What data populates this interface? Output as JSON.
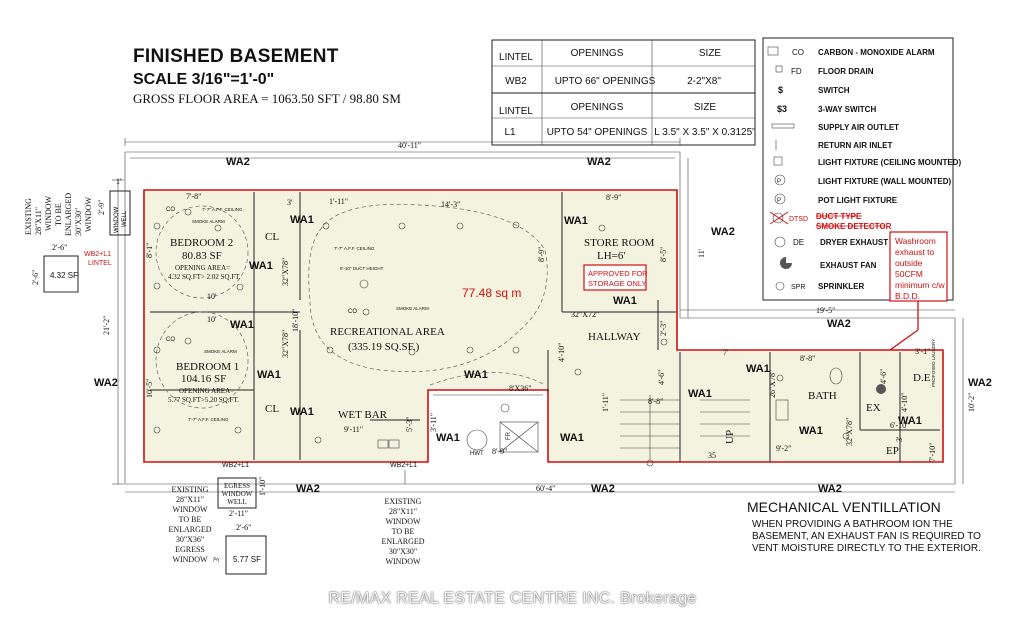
{
  "header": {
    "title": "FINISHED BASEMENT",
    "scale": "SCALE  3/16\"=1'-0\"",
    "gross_area": "GROSS FLOOR AREA  = 1063.50 SFT / 98.80 SM"
  },
  "lintel_table": {
    "rows": [
      {
        "c1": "LINTEL",
        "c2": "OPENINGS",
        "c3": "SIZE"
      },
      {
        "c1": "WB2",
        "c2": "UPTO 66\" OPENINGS",
        "c3": "2-2\"X8\""
      },
      {
        "c1": "LINTEL",
        "c2": "OPENINGS",
        "c3": "SIZE"
      },
      {
        "c1": "L1",
        "c2": "UPTO 54\" OPENINGS",
        "c3": "L 3.5\" X 3.5\" X 0.3125\""
      }
    ]
  },
  "legend": {
    "items": [
      {
        "sym": "CO",
        "label": "CARBON - MONOXIDE ALARM",
        "icon": "co-alarm-icon"
      },
      {
        "sym": "FD",
        "label": "FLOOR DRAIN",
        "icon": "floor-drain-icon"
      },
      {
        "sym": "$",
        "label": "SWITCH",
        "icon": "switch-icon"
      },
      {
        "sym": "$3",
        "label": "3-WAY SWITCH",
        "icon": "three-way-switch-icon"
      },
      {
        "sym": "",
        "label": "SUPPLY AIR OUTLET",
        "icon": "supply-air-outlet-icon"
      },
      {
        "sym": "",
        "label": "RETURN AIR INLET",
        "icon": "return-air-inlet-icon"
      },
      {
        "sym": "",
        "label": "LIGHT FIXTURE (CEILING MOUNTED)",
        "icon": "ceiling-light-icon"
      },
      {
        "sym": "P",
        "label": "LIGHT FIXTURE (WALL MOUNTED)",
        "icon": "wall-light-icon"
      },
      {
        "sym": "P",
        "label": "POT LIGHT FIXTURE",
        "icon": "pot-light-icon"
      },
      {
        "sym": "DTSD",
        "label": "DUCT TYPE",
        "icon": "duct-detector-icon"
      },
      {
        "sym": "",
        "label": "SMOKE DETECTOR",
        "icon": "smoke-detector-icon"
      },
      {
        "sym": "DE",
        "label": "DRYER EXHAUST",
        "icon": "dryer-exhaust-icon"
      },
      {
        "sym": "",
        "label": "EXHAUST FAN",
        "icon": "exhaust-fan-icon"
      },
      {
        "sym": "SPR",
        "label": "SPRINKLER",
        "icon": "sprinkler-icon"
      }
    ]
  },
  "notes": {
    "washroom": [
      "Washroom",
      "exhaust to",
      "outside",
      "50CFM",
      "minimum c/w",
      "B.D.D."
    ],
    "storage": [
      "APPROVED FOR",
      "STORAGE ONLY"
    ],
    "area_total": "77.48 sq m",
    "ventilation_title": "MECHANICAL VENTILLATION",
    "ventilation_body": "WHEN PROVIDING A BATHROOM ION THE BASEMENT, AN EXHAUST FAN IS REQUIRED TO VENT MOISTURE DIRECTLY TO THE EXTERIOR."
  },
  "rooms": {
    "bedroom2": {
      "name": "BEDROOM 2",
      "area": "80.83 SF",
      "opening": "OPENING AREA=",
      "opening_calc": "4.32 SQ.FT> 2.02 SQ.FT."
    },
    "bedroom1": {
      "name": "BEDROOM 1",
      "area": "104.16 SF",
      "opening": "OPENING AREA=",
      "opening_calc": "5.77 SQ.FT>5.20 SQ.FT."
    },
    "rec": {
      "name": "RECREATIONAL AREA",
      "area": "(335.19 SQ.SF.)"
    },
    "store": {
      "name": "STORE ROOM",
      "lh": "LH=6'"
    },
    "hallway": "HALLWAY",
    "wetbar": "WET BAR",
    "bath": "BATH",
    "cl": "CL",
    "ex": "EX",
    "ep": "EP",
    "de": "D.E",
    "laundry": "PROPOSED LAUNDRY",
    "hwt": "HWT",
    "fr": "FR",
    "up": "UP",
    "ceiling_note": "7'-7\" A.F.F. CEILING",
    "duct_note": "6'-10\" DUCT HEIGHT",
    "smoke_alarm": "SMOKE ALARM"
  },
  "windows": {
    "left_existing": [
      "EXISTING",
      "28\"X11\"",
      "WINDOW",
      "TO BE",
      "ENLARGED",
      "30\"X30\"",
      "WINDOW"
    ],
    "window_well": [
      "WINDOW",
      "WELL"
    ],
    "lintel_left": [
      "WB2+L1",
      "LINTEL"
    ],
    "left_sf": "4.32 SF",
    "bottom_left_existing": [
      "EXISTING",
      "28\"X11\"",
      "WINDOW",
      "TO BE",
      "ENLARGED",
      "30\"X36\"",
      "EGRESS",
      "WINDOW"
    ],
    "egress_well": [
      "EGRESS",
      "WINDOW",
      "WELL"
    ],
    "bottom_left_lintel": "WB2+L1",
    "bottom_left_sf": "5.77 SF",
    "bottom_mid_existing": [
      "EXISTING",
      "28\"X11\"",
      "WINDOW",
      "TO BE",
      "ENLARGED",
      "30\"X30\"",
      "WINDOW"
    ],
    "bottom_mid_lintel": "WB2+L1"
  },
  "wall_tags": {
    "wa2": "WA2",
    "wa1": "WA1"
  },
  "dimensions": {
    "top_overall": "40'-11\"",
    "bottom_overall": "60'-4\"",
    "right_upper": "19'-5\"",
    "left_overall": "21'-2\"",
    "right_height": "10'-2\"",
    "right_top": "11'",
    "d_2_9": "2'-9\"",
    "d_1": "1'",
    "d_2_6": "2'-6\"",
    "d_2_6b": "2'-6\"",
    "d_2_6c": "2'-6\"",
    "d_2_11": "2'-11\"",
    "d_1_10": "1'-10\"",
    "d_3": "3'",
    "d_7_8": "7'-8\"",
    "d_3b": "3'",
    "d_1_11": "1'-11\"",
    "d_14_3": "14'-3\"",
    "d_8_9": "8'-9\"",
    "d_8_9b": "8'-9\"",
    "d_8_5": "8'-5\"",
    "d_8_1": "8'-1\"",
    "d_10": "10'",
    "d_10b": "10'",
    "d_10_5": "10'-5\"",
    "d_32x78": "32\"X78\"",
    "d_32x78b": "32\"X78\"",
    "d_32x72": "32\"X72\"",
    "d_18_10": "18'-10\"",
    "d_4_10": "4'-10\"",
    "d_2_3": "2'-3\"",
    "d_7": "7'",
    "d_8_8": "8'-8\"",
    "d_3_1": "3'-1\"",
    "d_4_6": "4'-6\"",
    "d_4_10b": "4'-10\"",
    "d_6_10": "6'-10\"",
    "d_3c": "3'",
    "d_7_10": "7'-10\"",
    "d_9_2": "9'-2\"",
    "d_32x78c": "32\"X78\"",
    "d_26x78": "26\"X78\"",
    "d_4_6b": "4'-6\"",
    "d_8_8b": "8'-8\"",
    "d_1_11b": "1'-11\"",
    "d_8x36": "8'X36\"",
    "d_9_11": "9'-11\"",
    "d_5_3": "5'-3\"",
    "d_3_11": "3'-11\"",
    "d_8_9c": "8'-9\"",
    "d_35": "35"
  },
  "watermark": "RE/MAX REAL ESTATE CENTRE INC.  Brokerage"
}
